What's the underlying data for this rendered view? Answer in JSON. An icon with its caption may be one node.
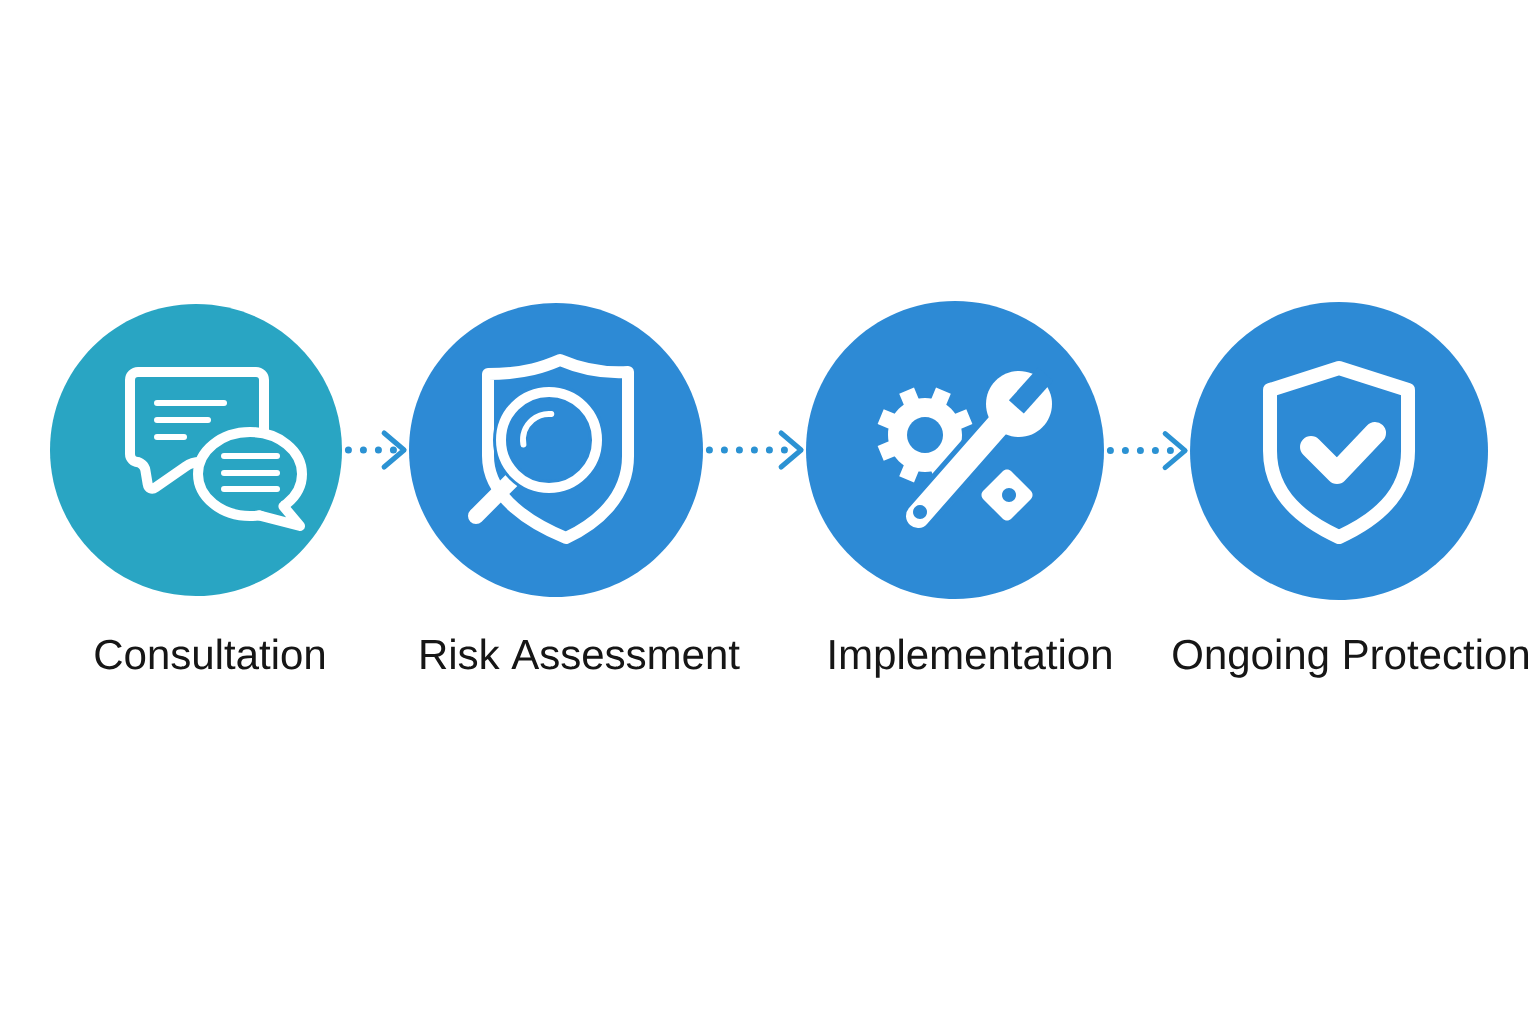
{
  "diagram": {
    "nodes": [
      {
        "text": [
          "Consultation"
        ]
      },
      {
        "text": [
          "Risk Assessment"
        ]
      },
      {
        "text": [
          "Implementation"
        ]
      },
      {
        "text": [
          "Ongoing Protection"
        ]
      }
    ],
    "edges": [
      {
        "from": 0,
        "to": 1,
        "arrow": "to",
        "style": "dashed"
      },
      {
        "from": 1,
        "to": 2,
        "arrow": "to",
        "style": "dashed"
      },
      {
        "from": 2,
        "to": 3,
        "arrow": "to",
        "style": "dashed"
      }
    ]
  }
}
